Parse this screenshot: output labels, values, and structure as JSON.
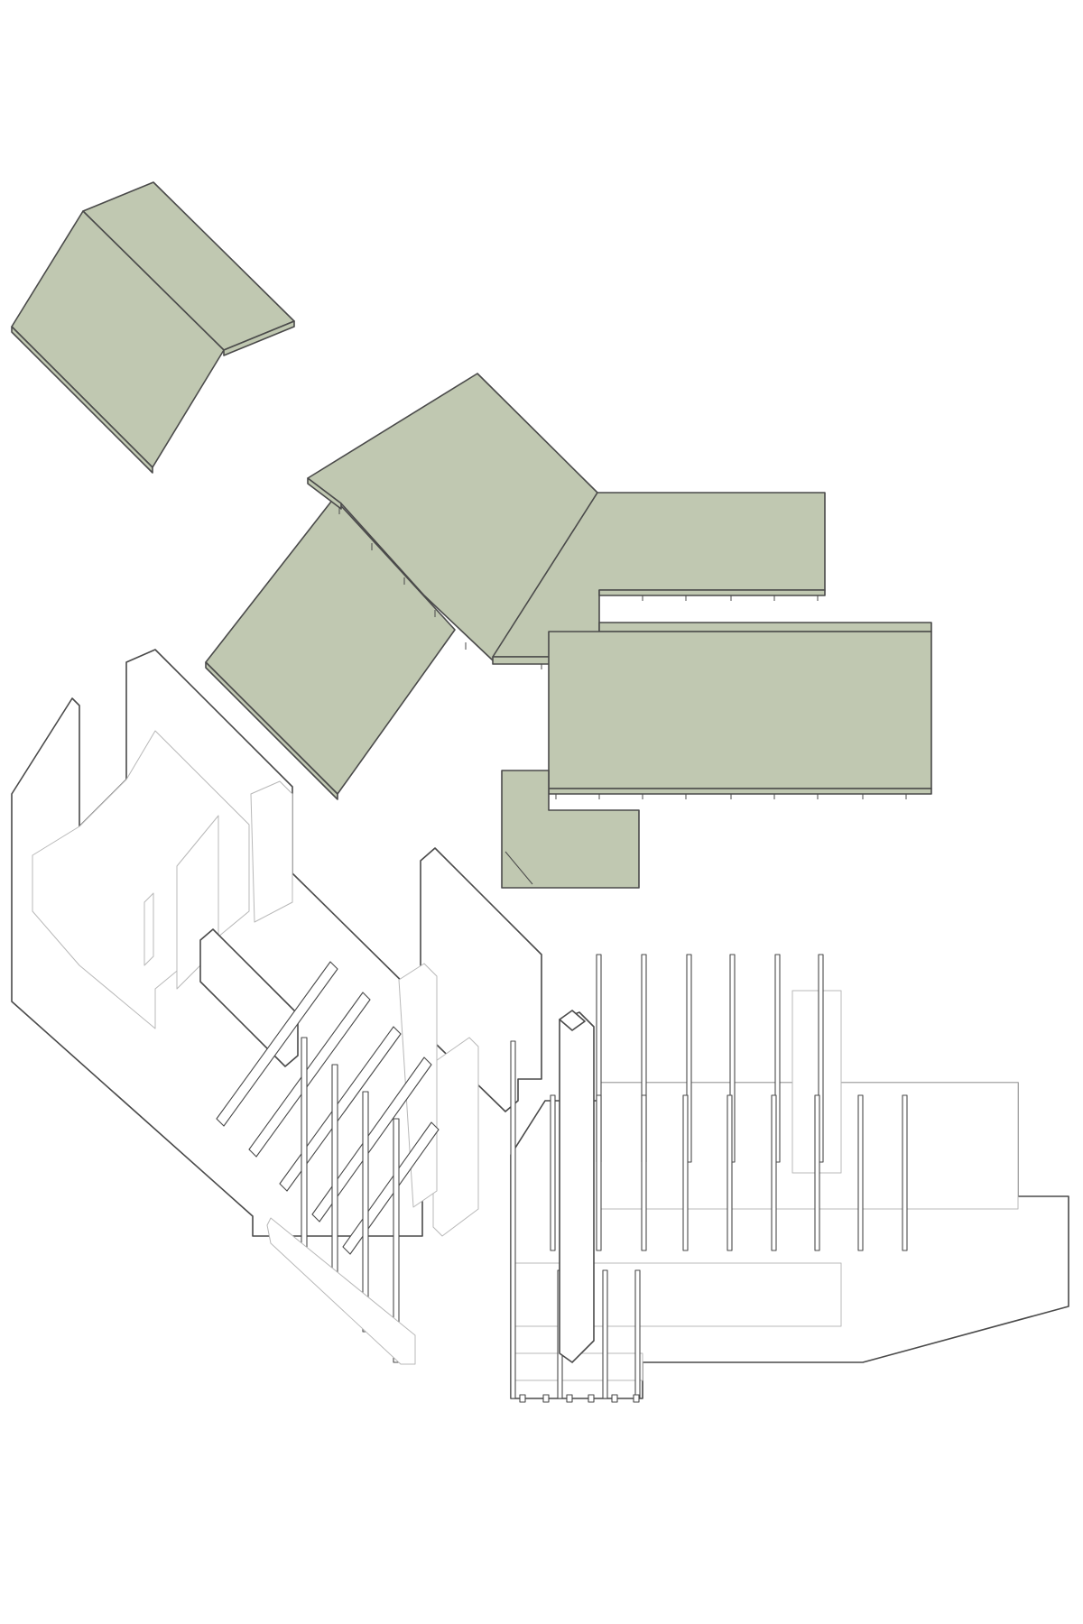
{
  "diagram": {
    "kind": "exploded-axonometric",
    "components": [
      "roof-panel-upper-left",
      "roof-panel-central",
      "roof-panel-east",
      "roof-panel-southeast",
      "roof-panel-corner",
      "wall-frame-west",
      "wall-frame-central",
      "rafter-set",
      "pergola-east"
    ]
  },
  "colors": {
    "roof_fill": "#c0c8b1",
    "dark_stroke": "#4a4a4a",
    "light_stroke": "#b8b8b8",
    "background": "#ffffff"
  }
}
